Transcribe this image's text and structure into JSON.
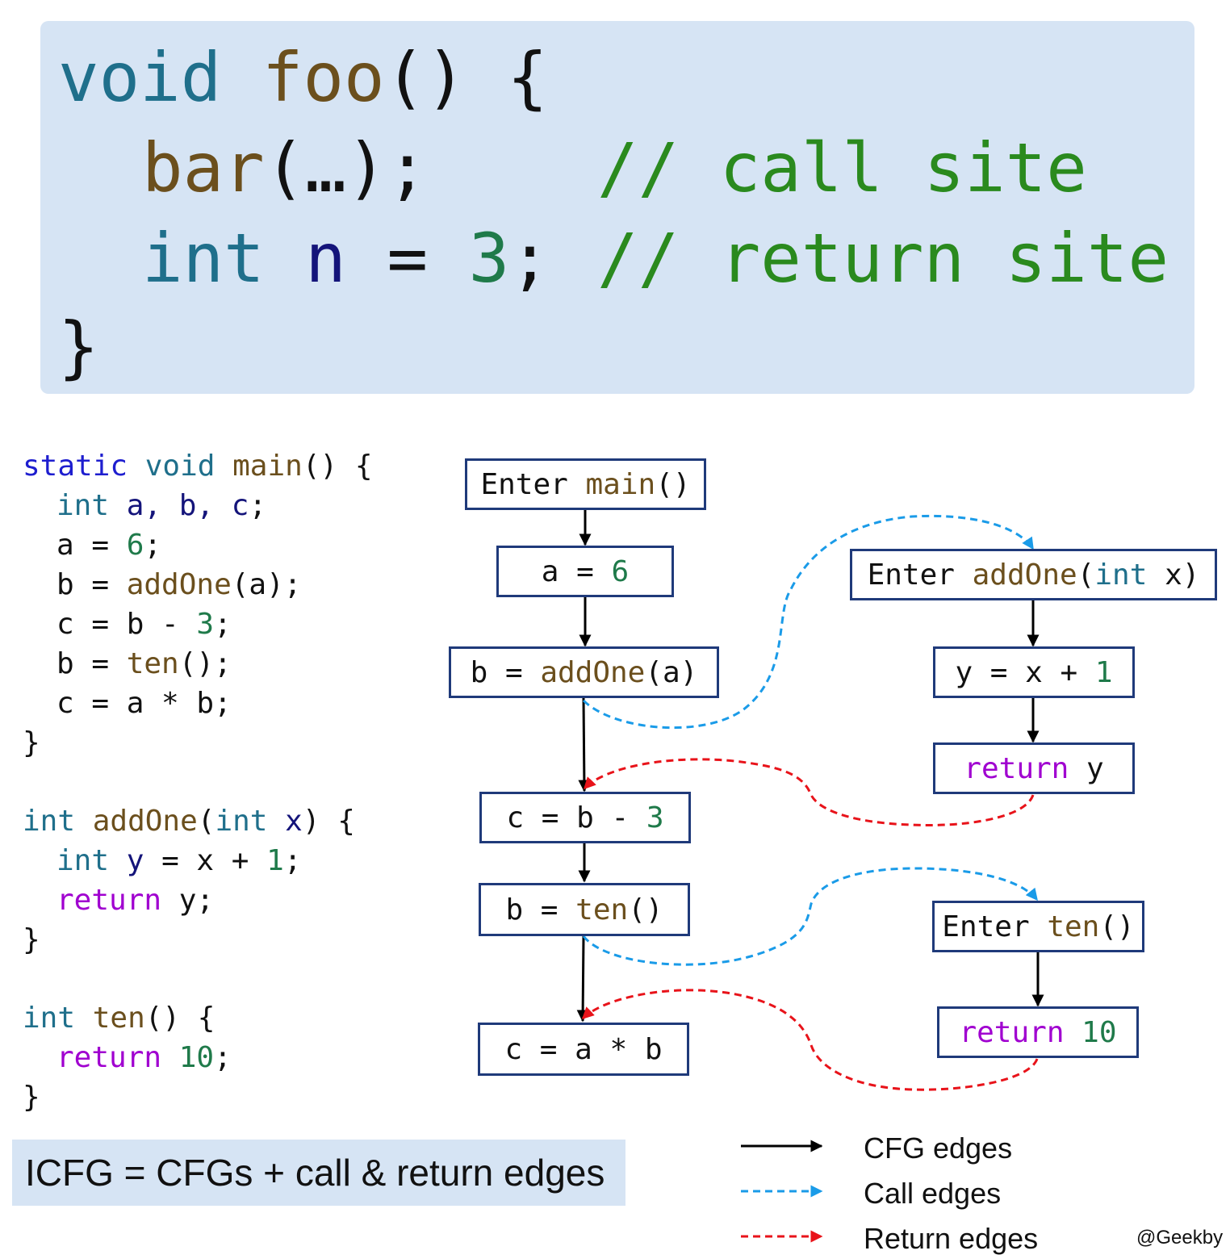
{
  "top_code": {
    "line1": {
      "kw": "void",
      "fn": "foo",
      "rest": "() {"
    },
    "line2": {
      "fn": "bar",
      "rest": "(…);",
      "comment": "// call site"
    },
    "line3": {
      "kw": "int",
      "var": "n",
      "op": "=",
      "num": "3",
      "semi": ";",
      "comment": "// return site"
    },
    "line4": "}"
  },
  "source_code": {
    "main": {
      "sig_static": "static",
      "sig_void": "void",
      "sig_name": "main",
      "sig_rest": "() {",
      "decl_kw": "int",
      "decl_vars": "a, b, c",
      "decl_semi": ";",
      "l1_lhs": "a = ",
      "l1_num": "6",
      "l1_semi": ";",
      "l2_lhs": "b = ",
      "l2_fn": "addOne",
      "l2_rest": "(a);",
      "l3_lhs": "c = b - ",
      "l3_num": "3",
      "l3_semi": ";",
      "l4_lhs": "b = ",
      "l4_fn": "ten",
      "l4_rest": "();",
      "l5": "c = a * b;",
      "close": "}"
    },
    "addOne": {
      "sig_int": "int",
      "sig_name": "addOne",
      "sig_paren": "(",
      "sig_int2": "int",
      "sig_x": "x",
      "sig_rest": ") {",
      "l1_kw": "int",
      "l1_y": "y",
      "l1_mid": " = x + ",
      "l1_num": "1",
      "l1_semi": ";",
      "l2_kw": "return",
      "l2_rest": " y;",
      "close": "}"
    },
    "ten": {
      "sig_int": "int",
      "sig_name": "ten",
      "sig_rest": "() {",
      "l1_kw": "return",
      "l1_num": "10",
      "l1_semi": ";",
      "close": "}"
    }
  },
  "nodes": {
    "enter_main": {
      "prefix": "Enter ",
      "fn": "main",
      "rest": "()"
    },
    "a_6": {
      "lhs": "a = ",
      "num": "6"
    },
    "b_addone": {
      "lhs": "b = ",
      "fn": "addOne",
      "rest": "(a)"
    },
    "c_b3": {
      "lhs": "c = b - ",
      "num": "3"
    },
    "b_ten": {
      "lhs": "b = ",
      "fn": "ten",
      "rest": "()"
    },
    "c_ab": {
      "text": "c = a * b"
    },
    "enter_addone": {
      "prefix": "Enter ",
      "fn": "addOne",
      "paren": "(",
      "kw": "int",
      "x": " x)"
    },
    "y_x1": {
      "lhs": "y = x + ",
      "num": "1"
    },
    "return_y": {
      "kw": "return",
      "rest": " y"
    },
    "enter_ten": {
      "prefix": "Enter ",
      "fn": "ten",
      "rest": "()"
    },
    "return_10": {
      "kw": "return",
      "num": " 10"
    }
  },
  "caption": "ICFG = CFGs + call & return edges",
  "legend": {
    "cfg": "CFG edges",
    "call": "Call edges",
    "return": "Return edges"
  },
  "credit": "@Geekby",
  "colors": {
    "cfg_edge": "#000000",
    "call_edge": "#1a9be8",
    "return_edge": "#e8131a",
    "box_border": "#1f3a7a",
    "panel_bg": "#d6e4f4"
  }
}
